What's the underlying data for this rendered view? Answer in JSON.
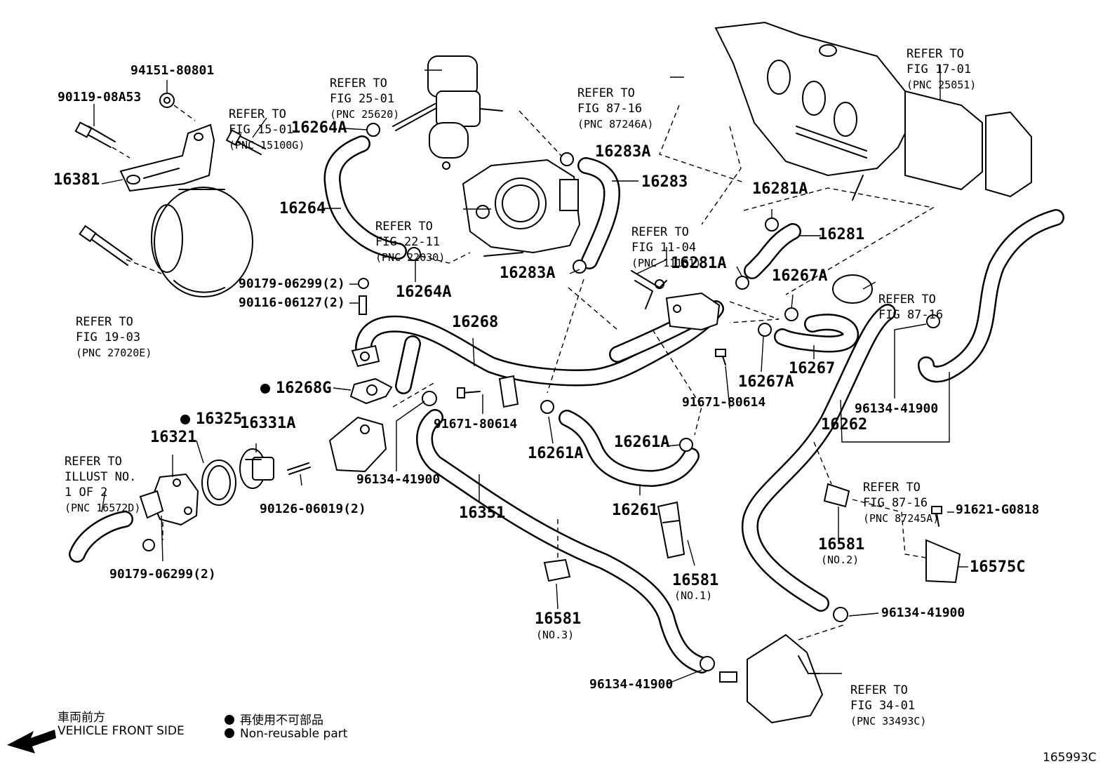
{
  "labels": {
    "p94151": "94151-80801",
    "p90119": "90119-08A53",
    "p16381": "16381",
    "p16264A_top": "16264A",
    "p16264": "16264",
    "p16264A_bot": "16264A",
    "p16283A_top": "16283A",
    "p16283": "16283",
    "p16283A_bot": "16283A",
    "p16281A_top": "16281A",
    "p16281": "16281",
    "p16281A_bot": "16281A",
    "p16267A_top": "16267A",
    "p16267": "16267",
    "p16267A_bot": "16267A",
    "p90179_top": "90179-06299(2)",
    "p90116": "90116-06127(2)",
    "p16268": "16268",
    "p16268G": "16268G",
    "p16325": "16325",
    "p16331A": "16331A",
    "p16321": "16321",
    "p90126": "90126-06019(2)",
    "p90179_bot": "90179-06299(2)",
    "p96134_a": "96134-41900",
    "p91671_a": "91671-80614",
    "p91671_b": "91671-80614",
    "p16261A_a": "16261A",
    "p16261A_b": "16261A",
    "p16261": "16261",
    "p16351": "16351",
    "p16581_no1": "16581",
    "p16581_no1_sub": "(NO.1)",
    "p16581_no3": "16581",
    "p16581_no3_sub": "(NO.3)",
    "p16262": "16262",
    "p96134_b": "96134-41900",
    "p16581_no2": "16581",
    "p16581_no2_sub": "(NO.2)",
    "p91621": "91621-G0818",
    "p16575C": "16575C",
    "p96134_c": "96134-41900",
    "p96134_d": "96134-41900"
  },
  "refs": {
    "fig25": {
      "line1": "REFER TO",
      "line2": "FIG 25-01",
      "pnc": "(PNC 25620)"
    },
    "fig15": {
      "line1": "REFER TO",
      "line2": "FIG 15-01",
      "pnc": "(PNC 15100G)"
    },
    "fig87a": {
      "line1": "REFER TO",
      "line2": "FIG 87-16",
      "pnc": "(PNC 87246A)"
    },
    "fig17": {
      "line1": "REFER TO",
      "line2": "FIG 17-01",
      "pnc": "(PNC 25051)"
    },
    "fig22": {
      "line1": "REFER TO",
      "line2": "FIG 22-11",
      "pnc": "(PNC 22030)"
    },
    "fig11": {
      "line1": "REFER TO",
      "line2": "FIG 11-04",
      "pnc": "(PNC 11101)"
    },
    "fig19": {
      "line1": "REFER TO",
      "line2": "FIG 19-03",
      "pnc": "(PNC 27020E)"
    },
    "fig87b": {
      "line1": "REFER TO",
      "line2": "FIG 87-16",
      "pnc": ""
    },
    "fig87c": {
      "line1": "REFER TO",
      "line2": "FIG 87-16",
      "pnc": "(PNC 87245A)"
    },
    "illust": {
      "line1": "REFER TO",
      "line2": "ILLUST NO.",
      "line3": "1 OF 2",
      "pnc": "(PNC 16572D)"
    },
    "fig34": {
      "line1": "REFER TO",
      "line2": "FIG 34-01",
      "pnc": "(PNC 33493C)"
    }
  },
  "legend": {
    "front_jp": "車両前方",
    "front_en": "VEHICLE FRONT SIDE",
    "nonreuse_jp": "再使用不可部品",
    "nonreuse_en": "Non-reusable part"
  },
  "diagram_code": "165993C",
  "colors": {
    "line": "#000000",
    "background": "#ffffff"
  }
}
